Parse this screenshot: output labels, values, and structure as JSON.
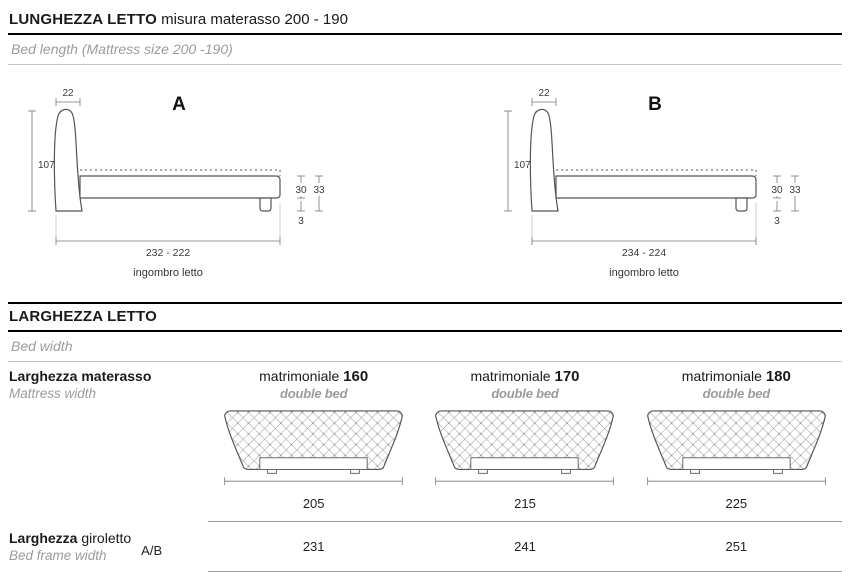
{
  "section_length": {
    "title_bold": "LUNGHEZZA LETTO",
    "title_rest": "misura materasso 200 - 190",
    "subtitle": "Bed length (Mattress size 200 -190)",
    "diagrams": [
      {
        "label": "A",
        "headboard_thickness": "22",
        "height": "107",
        "frame_height": "30",
        "total_height": "33",
        "leg_height": "3",
        "length": "232 - 222",
        "caption": "ingombro letto"
      },
      {
        "label": "B",
        "headboard_thickness": "22",
        "height": "107",
        "frame_height": "30",
        "total_height": "33",
        "leg_height": "3",
        "length": "234 - 224",
        "caption": "ingombro letto"
      }
    ]
  },
  "section_width": {
    "title": "LARGHEZZA LETTO",
    "subtitle": "Bed width",
    "mattress_row": {
      "label_it": "Larghezza materasso",
      "label_en": "Mattress width"
    },
    "frame_row": {
      "label_it_bold": "Larghezza",
      "label_it_rest": " giroletto",
      "label_en": "Bed frame width",
      "variant": "A/B"
    },
    "columns": [
      {
        "type": "matrimoniale",
        "size": "160",
        "type_en": "double bed",
        "mattress_width": "205",
        "frame_width": "231"
      },
      {
        "type": "matrimoniale",
        "size": "170",
        "type_en": "double bed",
        "mattress_width": "215",
        "frame_width": "241"
      },
      {
        "type": "matrimoniale",
        "size": "180",
        "type_en": "double bed",
        "mattress_width": "225",
        "frame_width": "251"
      }
    ]
  }
}
